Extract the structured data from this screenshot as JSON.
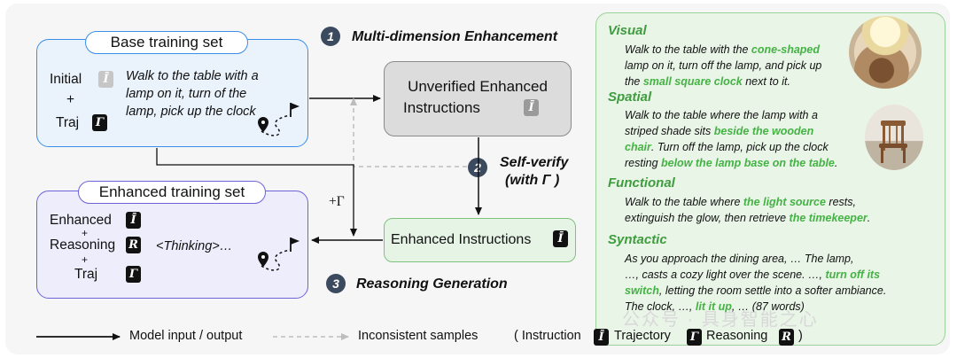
{
  "base": {
    "title": "Base training set",
    "initial_label": "Initial",
    "plus": "+",
    "traj_label": "Traj",
    "instruction_lines": [
      "Walk to the table with a",
      "lamp on it, turn of the",
      "lamp, pick up the clock"
    ]
  },
  "enhanced": {
    "title": "Enhanced training set",
    "enhanced_label": "Enhanced",
    "reasoning_label": "Reasoning",
    "traj_label": "Traj",
    "plus": "+",
    "thinking": "<Thinking>…"
  },
  "badges": {
    "instruction": "Ī",
    "traj": "Γ",
    "reasoning": "R"
  },
  "unverified": {
    "line1": "Unverified Enhanced",
    "line2": "Instructions"
  },
  "enhanced_instr": {
    "label": "Enhanced Instructions"
  },
  "steps": {
    "one": {
      "num": "1",
      "label": "Multi-dimension Enhancement"
    },
    "two": {
      "num": "2",
      "line1": "Self-verify",
      "line2": "(with Γ )"
    },
    "three": {
      "num": "3",
      "label": "Reasoning Generation"
    }
  },
  "plus_gamma": "+Γ",
  "panel": {
    "visual": {
      "title": "Visual",
      "lines": [
        [
          {
            "t": "Walk to the table with the "
          },
          {
            "t": "cone-shaped",
            "h": true
          }
        ],
        [
          {
            "t": "lamp on it, turn off the lamp, and pick up"
          }
        ],
        [
          {
            "t": "the "
          },
          {
            "t": "small square clock",
            "h": true
          },
          {
            "t": " next to it."
          }
        ]
      ]
    },
    "spatial": {
      "title": "Spatial",
      "lines": [
        [
          {
            "t": "Walk to the table where the lamp with a"
          }
        ],
        [
          {
            "t": "striped shade sits "
          },
          {
            "t": "beside the wooden",
            "h": true
          }
        ],
        [
          {
            "t": "chair",
            "h": true
          },
          {
            "t": ". Turn off the lamp, pick up the clock"
          }
        ],
        [
          {
            "t": "resting "
          },
          {
            "t": "below the lamp base on the table",
            "h": true
          },
          {
            "t": "."
          }
        ]
      ]
    },
    "functional": {
      "title": "Functional",
      "lines": [
        [
          {
            "t": "Walk to the table where "
          },
          {
            "t": "the light source",
            "h": true
          },
          {
            "t": " rests,"
          }
        ],
        [
          {
            "t": "extinguish the glow, then retrieve "
          },
          {
            "t": "the timekeeper",
            "h": true
          },
          {
            "t": "."
          }
        ]
      ]
    },
    "syntactic": {
      "title": "Syntactic",
      "lines": [
        [
          {
            "t": "As you approach the dining area, … The lamp,"
          }
        ],
        [
          {
            "t": "…, casts a cozy light over the scene. …, "
          },
          {
            "t": "turn off its",
            "h": true
          }
        ],
        [
          {
            "t": "switch",
            "h": true
          },
          {
            "t": ", letting the room settle into a softer ambiance."
          }
        ],
        [
          {
            "t": "The clock, …, "
          },
          {
            "t": "lit it up",
            "h": true
          },
          {
            "t": ", … (87 words)"
          }
        ]
      ]
    }
  },
  "legend": {
    "model_io": "Model input / output",
    "inconsistent": "Inconsistent samples",
    "key_open": "( Instruction",
    "key_traj": "Trajectory",
    "key_reason": "Reasoning",
    "key_close": ")"
  },
  "watermark": "公众号 · 具身智能之心"
}
